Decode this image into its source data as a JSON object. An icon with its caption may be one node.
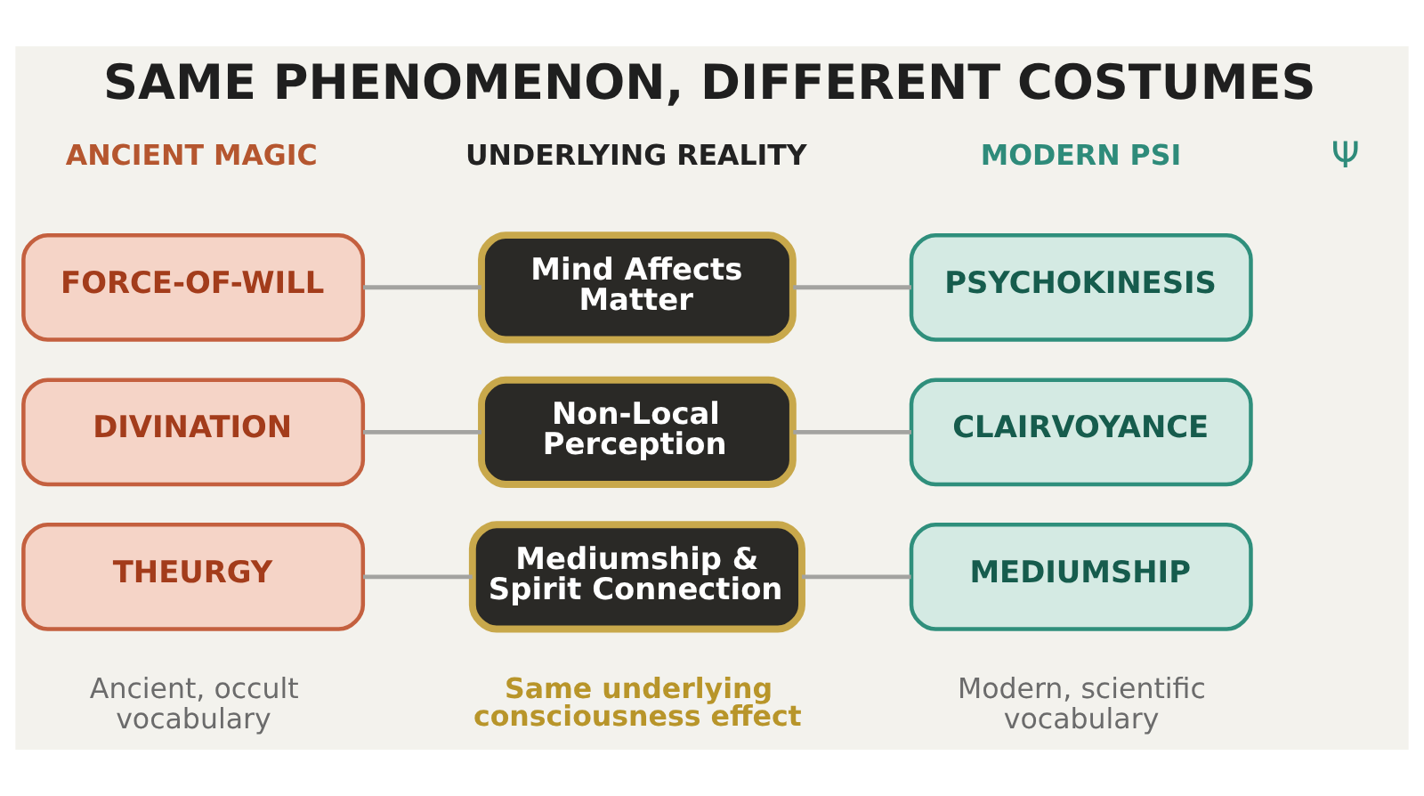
{
  "diagram": {
    "title": "SAME PHENOMENON, DIFFERENT COSTUMES",
    "nodes": [
      {
        "text": [
          "FORCE-OF-WILL"
        ]
      },
      {
        "text": [
          "Mind Affects Matter"
        ]
      },
      {
        "text": [
          "PSYCHOKINESIS"
        ]
      },
      {
        "text": [
          "DIVINATION"
        ]
      },
      {
        "text": [
          "Non-Local Perception"
        ]
      },
      {
        "text": [
          "CLAIRVOYANCE"
        ]
      },
      {
        "text": [
          "THEURGY"
        ]
      },
      {
        "text": [
          "Mediumship & Spirit Connection"
        ]
      },
      {
        "text": [
          "MEDIUMSHIP"
        ]
      }
    ],
    "edges": [
      {
        "from": 0,
        "to": 1,
        "arrow": "none"
      },
      {
        "from": 1,
        "to": 2,
        "arrow": "none"
      },
      {
        "from": 3,
        "to": 4,
        "arrow": "none"
      },
      {
        "from": 4,
        "to": 5,
        "arrow": "none"
      },
      {
        "from": 6,
        "to": 7,
        "arrow": "none"
      },
      {
        "from": 7,
        "to": 8,
        "arrow": "none"
      }
    ],
    "labels": [
      "ANCIENT MAGIC",
      "UNDERLYING REALITY",
      "MODERN PSI",
      "Ψ",
      "Ancient, occult vocabulary",
      "Same underlying consciousness effect",
      "Modern, scientific vocabulary"
    ]
  }
}
